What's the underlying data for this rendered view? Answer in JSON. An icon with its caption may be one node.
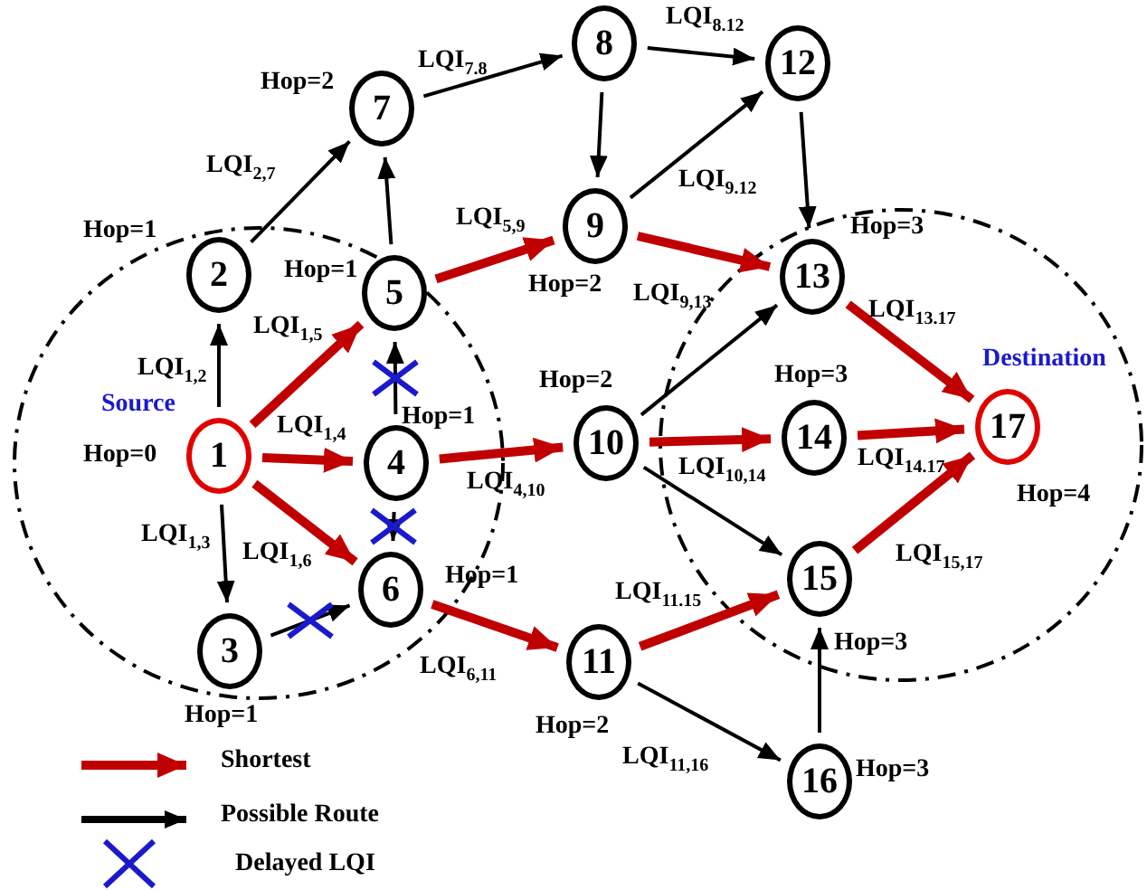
{
  "diagram": {
    "nodes": [
      {
        "text": [
          "1"
        ],
        "beside": [
          "Source",
          "Hop=0"
        ]
      },
      {
        "text": [
          "2"
        ],
        "beside": [
          "Hop=1"
        ]
      },
      {
        "text": [
          "3"
        ],
        "beside": [
          "Hop=1"
        ]
      },
      {
        "text": [
          "4"
        ],
        "beside": [
          "Hop=1"
        ]
      },
      {
        "text": [
          "5"
        ],
        "beside": [
          "Hop=1"
        ]
      },
      {
        "text": [
          "6"
        ],
        "beside": [
          "Hop=1"
        ]
      },
      {
        "text": [
          "7"
        ],
        "beside": [
          "Hop=2"
        ]
      },
      {
        "text": [
          "8"
        ]
      },
      {
        "text": [
          "9"
        ],
        "beside": [
          "Hop=2"
        ]
      },
      {
        "text": [
          "10"
        ],
        "beside": [
          "Hop=2"
        ]
      },
      {
        "text": [
          "11"
        ],
        "beside": [
          "Hop=2"
        ]
      },
      {
        "text": [
          "12"
        ]
      },
      {
        "text": [
          "13"
        ],
        "beside": [
          "Hop=3"
        ]
      },
      {
        "text": [
          "14"
        ],
        "beside": [
          "Hop=3"
        ]
      },
      {
        "text": [
          "15"
        ],
        "beside": [
          "Hop=3"
        ]
      },
      {
        "text": [
          "16"
        ],
        "beside": [
          "Hop=3"
        ]
      },
      {
        "text": [
          "17"
        ],
        "beside": [
          "Destination",
          "Hop=4"
        ]
      }
    ],
    "edges": [
      {
        "from": 0,
        "to": 1,
        "arrow": "to",
        "label": "LQI$_{1,2}$"
      },
      {
        "from": 0,
        "to": 4,
        "arrow": "to",
        "label": "LQI$_{1,5}$",
        "style": "thick",
        "color": "#c00000"
      },
      {
        "from": 0,
        "to": 3,
        "arrow": "to",
        "label": "LQI$_{1,4}$",
        "style": "thick",
        "color": "#c00000"
      },
      {
        "from": 0,
        "to": 5,
        "arrow": "to",
        "label": "LQI$_{1,6}$",
        "style": "thick",
        "color": "#c00000"
      },
      {
        "from": 0,
        "to": 2,
        "arrow": "to",
        "label": "LQI$_{1,3}$"
      },
      {
        "from": 1,
        "to": 6,
        "arrow": "to",
        "label": "LQI$_{2,7}$"
      },
      {
        "from": 4,
        "to": 6,
        "arrow": "to"
      },
      {
        "from": 3,
        "to": 4,
        "arrow": "to"
      },
      {
        "from": 3,
        "to": 5,
        "arrow": "to"
      },
      {
        "from": 2,
        "to": 5,
        "arrow": "to"
      },
      {
        "from": 4,
        "to": 8,
        "arrow": "to",
        "label": "LQI$_{5,9}$",
        "style": "thick",
        "color": "#c00000"
      },
      {
        "from": 3,
        "to": 9,
        "arrow": "to",
        "label": "LQI$_{4,10}$",
        "style": "thick",
        "color": "#c00000"
      },
      {
        "from": 5,
        "to": 10,
        "arrow": "to",
        "label": "LQI$_{6,11}$",
        "style": "thick",
        "color": "#c00000"
      },
      {
        "from": 6,
        "to": 7,
        "arrow": "to",
        "label": "LQI$_{7.8}$"
      },
      {
        "from": 7,
        "to": 11,
        "arrow": "to",
        "label": "LQI$_{8.12}$"
      },
      {
        "from": 7,
        "to": 8,
        "arrow": "to"
      },
      {
        "from": 8,
        "to": 11,
        "arrow": "to",
        "label": "LQI$_{9.12}$"
      },
      {
        "from": 11,
        "to": 12,
        "arrow": "to"
      },
      {
        "from": 8,
        "to": 12,
        "arrow": "to",
        "label": "LQI$_{9,13}$",
        "style": "thick",
        "color": "#c00000"
      },
      {
        "from": 9,
        "to": 12,
        "arrow": "to"
      },
      {
        "from": 9,
        "to": 13,
        "arrow": "to",
        "label": "LQI$_{10,14}$",
        "style": "thick",
        "color": "#c00000"
      },
      {
        "from": 9,
        "to": 14,
        "arrow": "to"
      },
      {
        "from": 10,
        "to": 14,
        "arrow": "to",
        "label": "LQI$_{11.15}$",
        "style": "thick",
        "color": "#c00000"
      },
      {
        "from": 10,
        "to": 15,
        "arrow": "to",
        "label": "LQI$_{11,16}$"
      },
      {
        "from": 15,
        "to": 14,
        "arrow": "to"
      },
      {
        "from": 12,
        "to": 16,
        "arrow": "to",
        "label": "LQI$_{13.17}$",
        "style": "thick",
        "color": "#c00000"
      },
      {
        "from": 13,
        "to": 16,
        "arrow": "to",
        "label": "LQI$_{14.17}$",
        "style": "thick",
        "color": "#c00000"
      },
      {
        "from": 14,
        "to": 16,
        "arrow": "to",
        "label": "LQI$_{15,17}$",
        "style": "thick",
        "color": "#c00000"
      }
    ],
    "legend": [
      {
        "text": "Shortest"
      },
      {
        "text": "Possible Route"
      },
      {
        "text": "Delayed LQI"
      }
    ]
  }
}
